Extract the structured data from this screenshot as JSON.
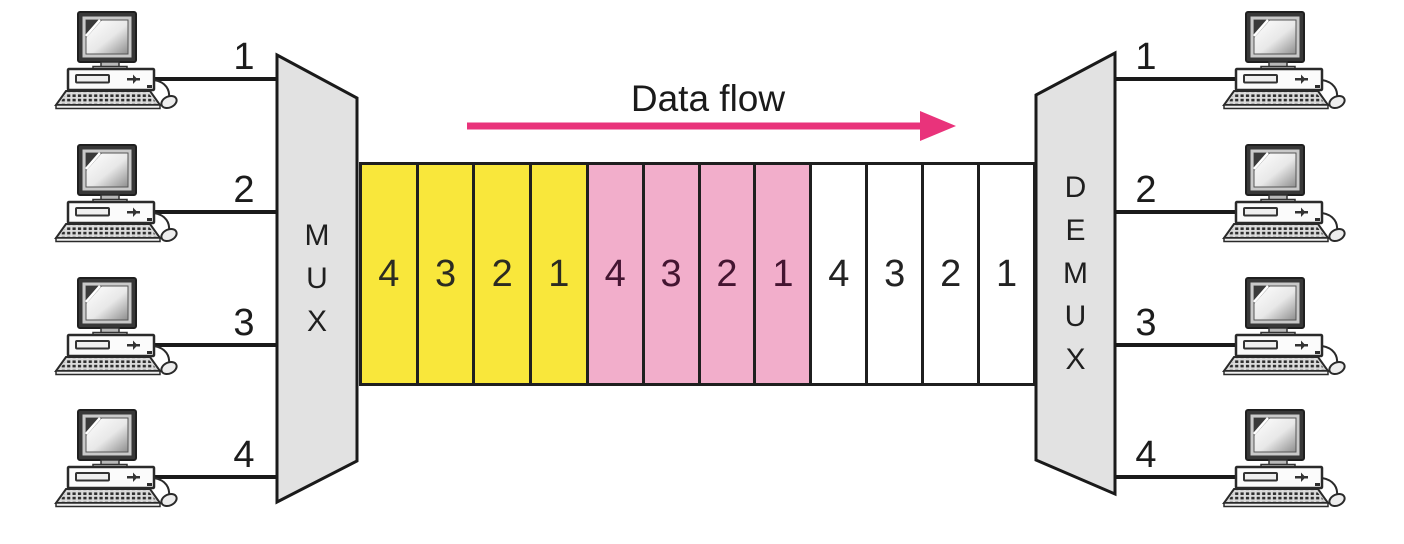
{
  "diagram": {
    "flow_label": "Data flow",
    "mux": {
      "label": "MUX",
      "letters": [
        "M",
        "U",
        "X"
      ]
    },
    "demux": {
      "label": "DEMUX",
      "letters": [
        "D",
        "E",
        "M",
        "U",
        "X"
      ]
    },
    "left_ports": [
      "1",
      "2",
      "3",
      "4"
    ],
    "right_ports": [
      "1",
      "2",
      "3",
      "4"
    ],
    "frames": [
      {
        "name": "frame-yellow",
        "color": "#F9E73B",
        "text_color": "#2B2B22",
        "slots": [
          "4",
          "3",
          "2",
          "1"
        ]
      },
      {
        "name": "frame-pink",
        "color": "#F2AECB",
        "text_color": "#441531",
        "slots": [
          "4",
          "3",
          "2",
          "1"
        ]
      },
      {
        "name": "frame-white",
        "color": "#FFFFFF",
        "text_color": "#232323",
        "slots": [
          "4",
          "3",
          "2",
          "1"
        ]
      }
    ],
    "colors": {
      "arrow": "#E9337B",
      "device_fill": "#E2E2E2",
      "outline": "#1A1A1A",
      "line": "#1A1A1A"
    }
  }
}
